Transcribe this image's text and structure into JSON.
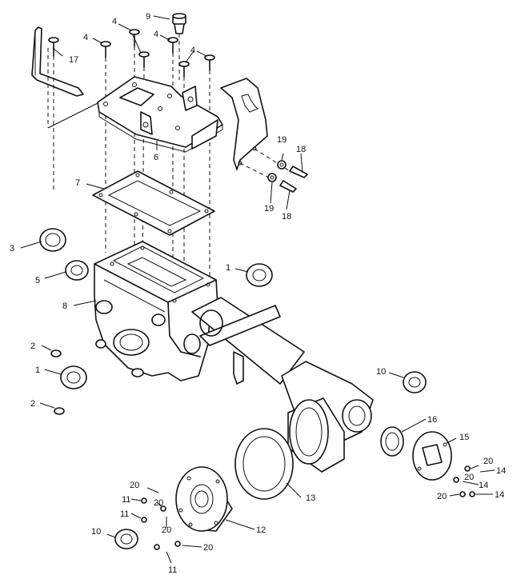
{
  "labels": {
    "c1": "1",
    "c2": "2",
    "c3": "3",
    "c4": "4",
    "c5": "5",
    "c6": "6",
    "c7": "7",
    "c8": "8",
    "c9": "9",
    "c10": "10",
    "c11": "11",
    "c12": "12",
    "c13": "13",
    "c14": "14",
    "c15": "15",
    "c16": "16",
    "c17": "17",
    "c18": "18",
    "c19": "19",
    "c20": "20"
  }
}
